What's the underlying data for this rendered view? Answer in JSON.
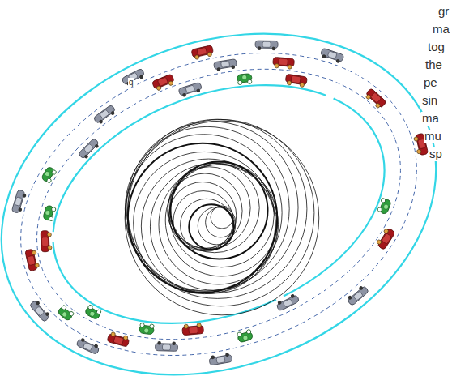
{
  "diagram": {
    "labels": [
      "q",
      "gr",
      "ma",
      "tog",
      "the",
      "pe",
      "sin",
      "ma",
      "mu",
      "sp"
    ]
  }
}
